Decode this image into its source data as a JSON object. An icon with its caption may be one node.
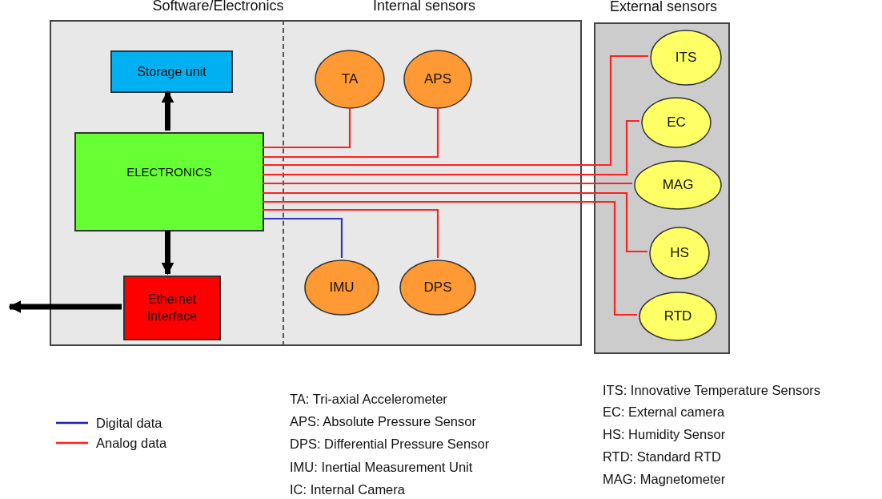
{
  "diagram": {
    "nodes": [
      {
        "text": [
          "Software/Electronics"
        ]
      },
      {
        "text": [
          "Storage unit"
        ],
        "in": 0
      },
      {
        "text": [
          "ELECTRONICS"
        ],
        "in": 0
      },
      {
        "text": [
          "Ethernet Interface"
        ],
        "in": 0
      },
      {
        "text": [
          "Internal sensors"
        ]
      },
      {
        "text": [
          "TA"
        ],
        "in": 4
      },
      {
        "text": [
          "APS"
        ],
        "in": 4
      },
      {
        "text": [
          "IMU"
        ],
        "in": 4
      },
      {
        "text": [
          "DPS"
        ],
        "in": 4
      },
      {
        "text": [
          "External sensors"
        ]
      },
      {
        "text": [
          "ITS"
        ],
        "in": 9
      },
      {
        "text": [
          "EC"
        ],
        "in": 9
      },
      {
        "text": [
          "MAG"
        ],
        "in": 9
      },
      {
        "text": [
          "HS"
        ],
        "in": 9
      },
      {
        "text": [
          "RTD"
        ],
        "in": 9
      }
    ],
    "edges": [
      {
        "from": 2,
        "to": 1,
        "arrow": "to",
        "style": "thick",
        "color": "#000000"
      },
      {
        "from": 2,
        "to": 3,
        "arrow": "to",
        "style": "thick",
        "color": "#000000"
      },
      {
        "from": 3,
        "to": null,
        "arrow": "to",
        "style": "thick",
        "color": "#000000"
      },
      {
        "from": 2,
        "to": 5,
        "arrow": "none"
      },
      {
        "from": 2,
        "to": 6,
        "arrow": "none"
      },
      {
        "from": 2,
        "to": 10,
        "arrow": "none"
      },
      {
        "from": 2,
        "to": 11,
        "arrow": "none"
      },
      {
        "from": 2,
        "to": 12,
        "arrow": "none"
      },
      {
        "from": 2,
        "to": 13,
        "arrow": "none"
      },
      {
        "from": 2,
        "to": 14,
        "arrow": "none"
      },
      {
        "from": 2,
        "to": 8,
        "arrow": "none"
      },
      {
        "from": 2,
        "to": 7,
        "arrow": "none",
        "color": "#3333bb"
      }
    ],
    "labels": [
      "TA: Tri-axial Accelerometer",
      "APS: Absolute Pressure Sensor",
      "DPS: Differential Pressure Sensor",
      "IMU: Inertial Measurement Unit",
      "IC: Internal Camera",
      "ITS: Innovative Temperature Sensors",
      "EC: External camera",
      "HS: Humidity Sensor",
      "RTD: Standard RTD",
      "MAG: Magnetometer"
    ],
    "legend": [
      {
        "text": "Digital data"
      },
      {
        "text": "Analog data"
      }
    ]
  }
}
